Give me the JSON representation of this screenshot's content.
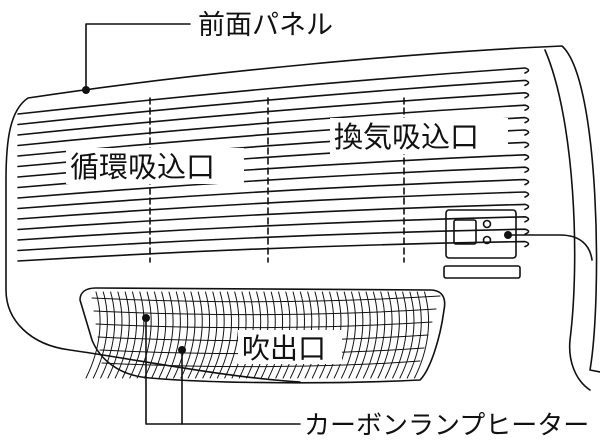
{
  "labels": {
    "front_panel": "前面パネル",
    "circulation_intake": "循環吸込口",
    "ventilation_intake": "換気吸込口",
    "outlet": "吹出口",
    "carbon_lamp_heater": "カーボンランプヒーター"
  },
  "colors": {
    "line": "#111111",
    "background": "#ffffff"
  }
}
